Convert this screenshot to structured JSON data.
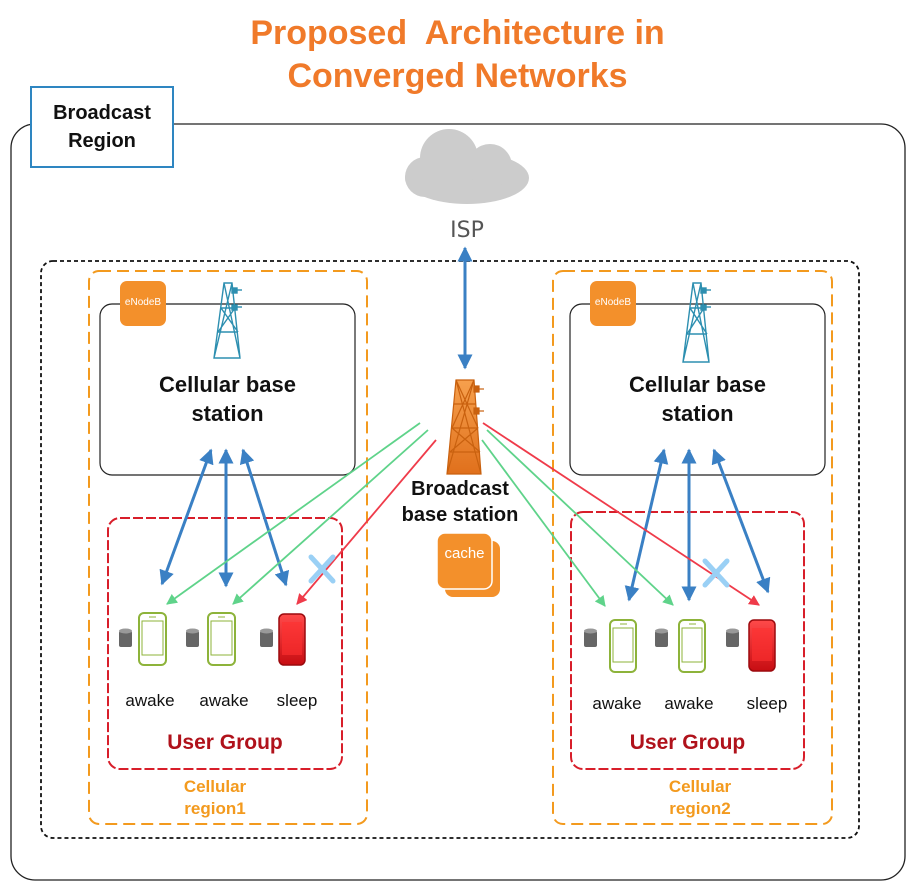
{
  "title": {
    "line1": "Proposed  Architecture in",
    "line2": "Converged Networks"
  },
  "broadcast_region": {
    "line1": "Broadcast",
    "line2": "Region"
  },
  "isp": {
    "label": "ISP"
  },
  "broadcast_station": {
    "line1": "Broadcast",
    "line2": "base station",
    "cache_label": "cache"
  },
  "regions": [
    {
      "enodeb_label": "eNodeB",
      "base_station": {
        "line1": "Cellular base",
        "line2": "station"
      },
      "user_group_label": "User Group",
      "devices": [
        {
          "state": "awake",
          "color": "#8db33a"
        },
        {
          "state": "awake",
          "color": "#8db33a"
        },
        {
          "state": "sleep",
          "color": "#e8141b"
        }
      ],
      "region_label": {
        "line1": "Cellular",
        "line2": "region1"
      }
    },
    {
      "enodeb_label": "eNodeB",
      "base_station": {
        "line1": "Cellular base",
        "line2": "station"
      },
      "user_group_label": "User Group",
      "devices": [
        {
          "state": "awake",
          "color": "#8db33a"
        },
        {
          "state": "awake",
          "color": "#8db33a"
        },
        {
          "state": "sleep",
          "color": "#e8141b"
        }
      ],
      "region_label": {
        "line1": "Cellular",
        "line2": "region2"
      }
    }
  ],
  "colors": {
    "accent_orange": "#f07a2a",
    "link_blue": "#3a80c4",
    "broadcast_green": "#5fd38a",
    "broadcast_red": "#ef3b4a",
    "user_group_border": "#d81e2a",
    "region_border": "#f39a1e"
  }
}
